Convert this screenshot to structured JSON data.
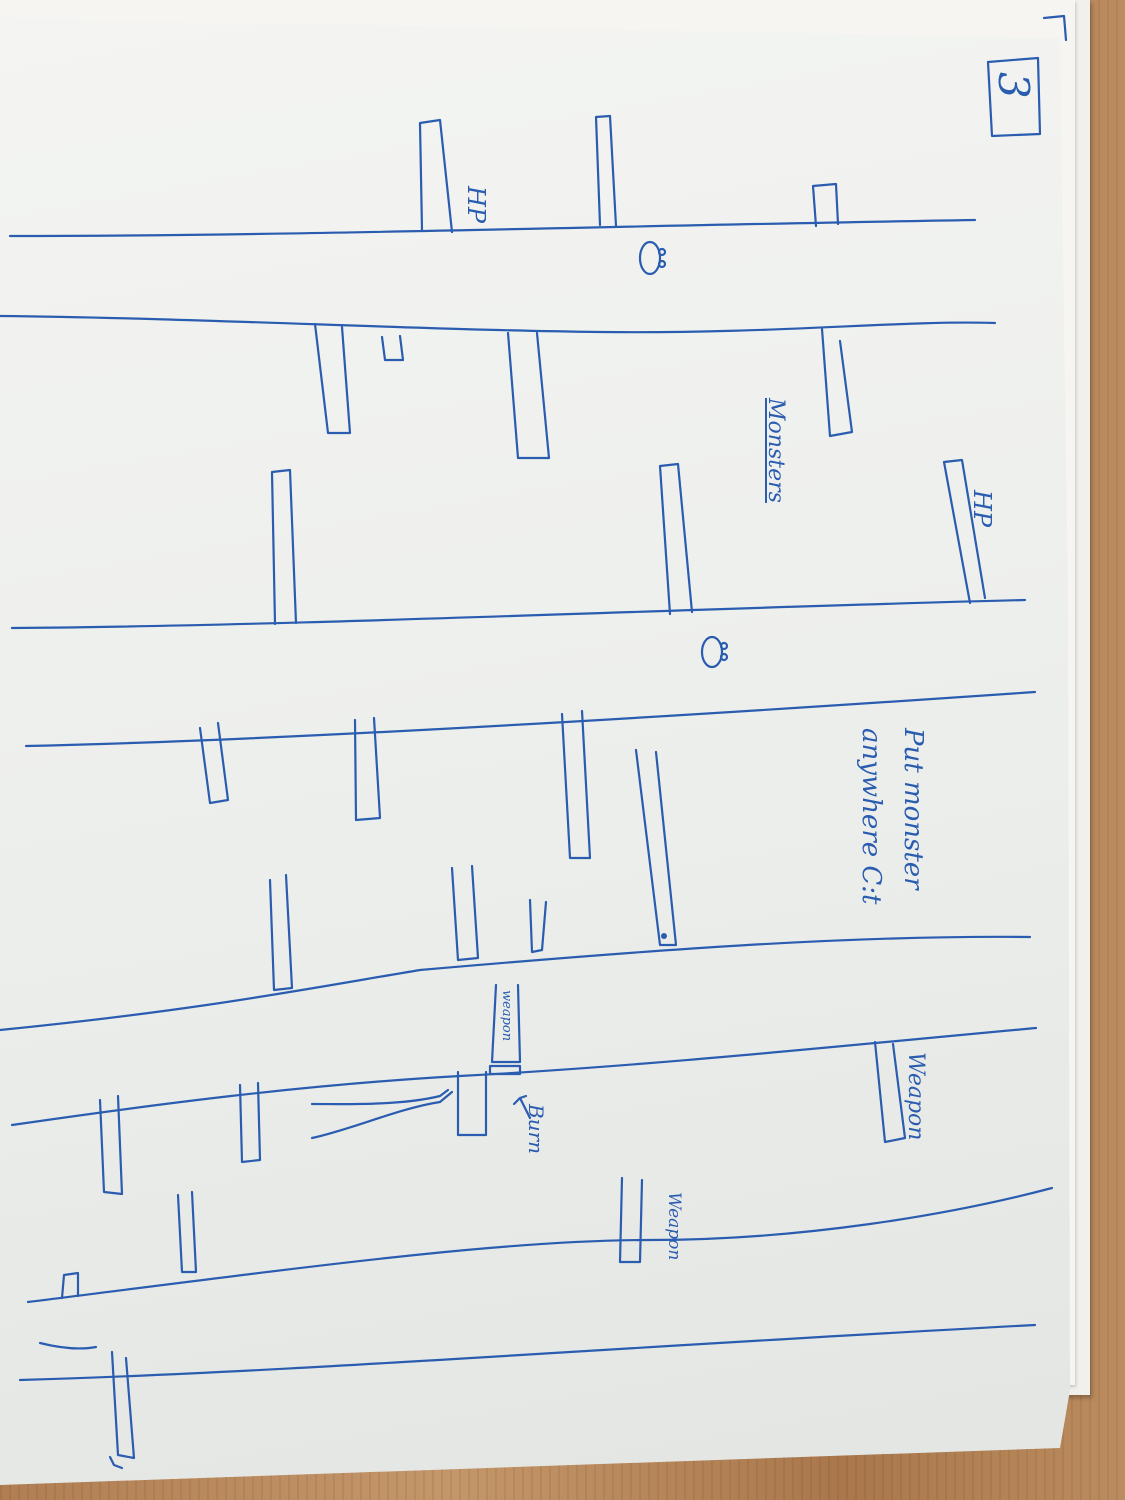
{
  "photo": {
    "page_number": "3",
    "labels": {
      "hp_top": "HP",
      "hp_right": "HP",
      "monsters": "Monsters",
      "note_line1": "Put monster",
      "note_line2": "anywhere C:t",
      "weapon_box": "weapon",
      "burn": "Burn",
      "weapon_right": "Weapon",
      "weapon_lower": "Weapon"
    },
    "ink_color": "#2a5cb0"
  }
}
